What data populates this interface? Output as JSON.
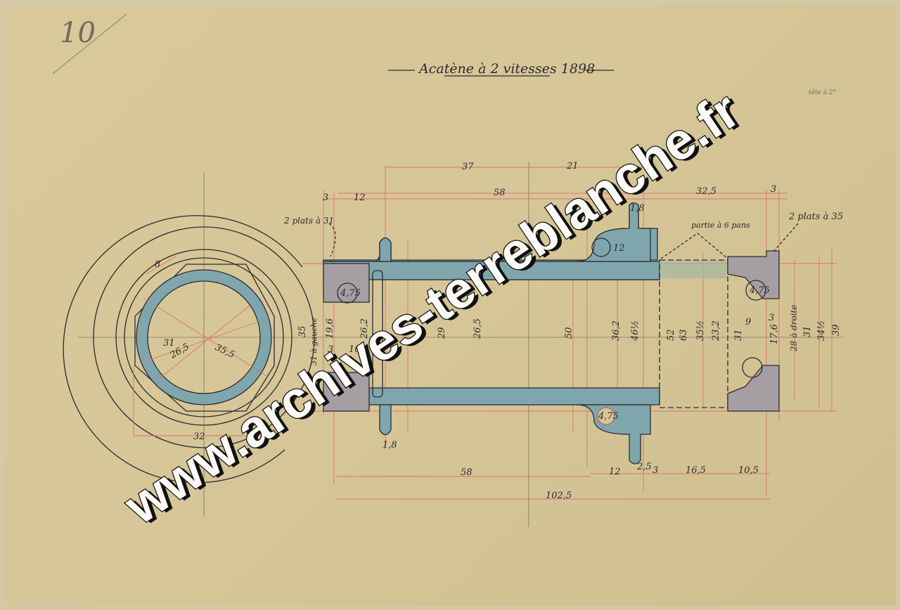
{
  "title": "Acatène à 2 vitesses 1898",
  "corner_mark": "10",
  "top_right_note": "tête à 2°",
  "annotations": {
    "left_flats": "2 plats à 31",
    "right_flats": "2 plats à 35",
    "hex_part": "partie à 6 pans",
    "left_thread": "31 à gauche",
    "right_thread": "28 à droite"
  },
  "dimensions": {
    "top": [
      "3",
      "12",
      "37",
      "21",
      "58",
      "32,5",
      "3"
    ],
    "bottom": [
      "58",
      "12",
      "2,5",
      "3",
      "16,5",
      "10,5",
      "102,5"
    ],
    "vertical": [
      "35",
      "19,6",
      "26,2",
      "29",
      "26,5",
      "50",
      "36,2",
      "46½",
      "52",
      "63",
      "35½",
      "23,2",
      "31",
      "17,6",
      "31",
      "34½",
      "39"
    ],
    "small": [
      "3",
      "10",
      "9",
      "3",
      "1,8",
      "1,8",
      "12",
      "4,75",
      "4,75",
      "4,75"
    ],
    "end_view": [
      "8",
      "31",
      "26,5",
      "35,5",
      "32"
    ]
  },
  "watermark": "www.archives-terreblanche.fr",
  "colors": {
    "paper": "#d6c697",
    "steel_blue": "#7fa6ad",
    "gray_part": "#a59fa3",
    "construction_red": "#e0706a"
  }
}
